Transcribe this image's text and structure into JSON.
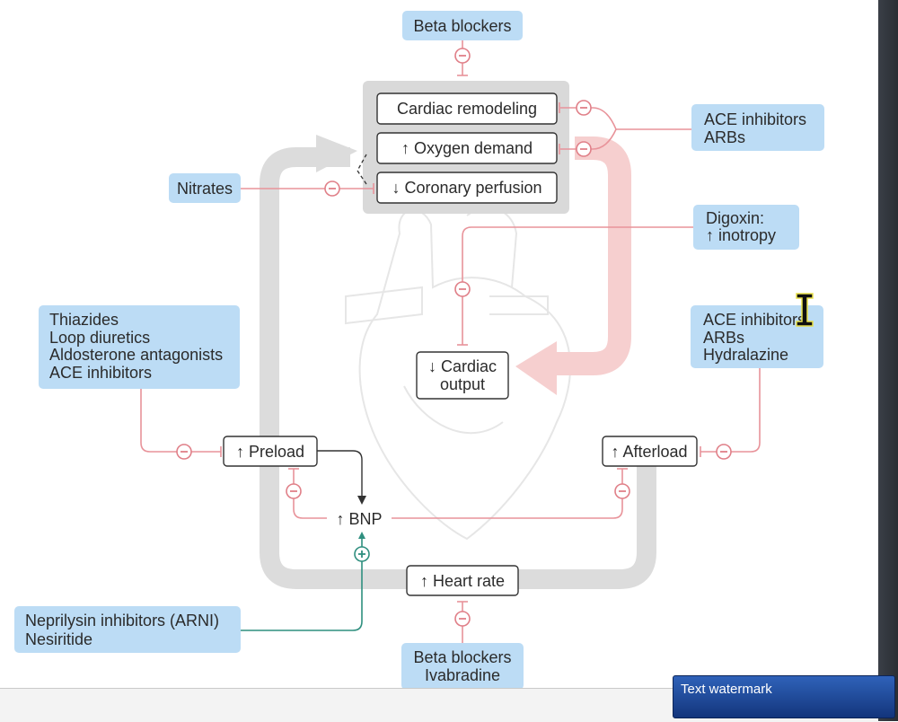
{
  "drugs": {
    "beta_blockers_top": "Beta blockers",
    "ace_arbs_top": [
      "ACE inhibitors",
      "ARBs"
    ],
    "nitrates": "Nitrates",
    "digoxin": [
      "Digoxin:",
      "↑ inotropy"
    ],
    "diuretics": [
      "Thiazides",
      "Loop diuretics",
      "Aldosterone antagonists",
      "ACE inhibitors"
    ],
    "afterload_drugs": [
      "ACE inhibitors",
      "ARBs",
      "Hydralazine"
    ],
    "arni": [
      "Neprilysin inhibitors (ARNI)",
      "Nesiritide"
    ],
    "beta_bottom": [
      "Beta blockers",
      "Ivabradine"
    ]
  },
  "nodes": {
    "cardiac_remodeling": "Cardiac remodeling",
    "oxygen_demand": "↑ Oxygen demand",
    "coronary_perfusion": "↓ Coronary perfusion",
    "cardiac_output": [
      "↓ Cardiac",
      "output"
    ],
    "preload": "↑ Preload",
    "afterload": "↑ Afterload",
    "bnp": "↑ BNP",
    "heart_rate": "↑ Heart rate"
  },
  "watermark": "Text watermark",
  "colors": {
    "drug_box": "#bcdcf5",
    "inhibition": "#e8939a",
    "activation": "#2f8f7f",
    "cycle_arrow": "#dcdcdc",
    "output_arrow": "#f6cfcf"
  }
}
